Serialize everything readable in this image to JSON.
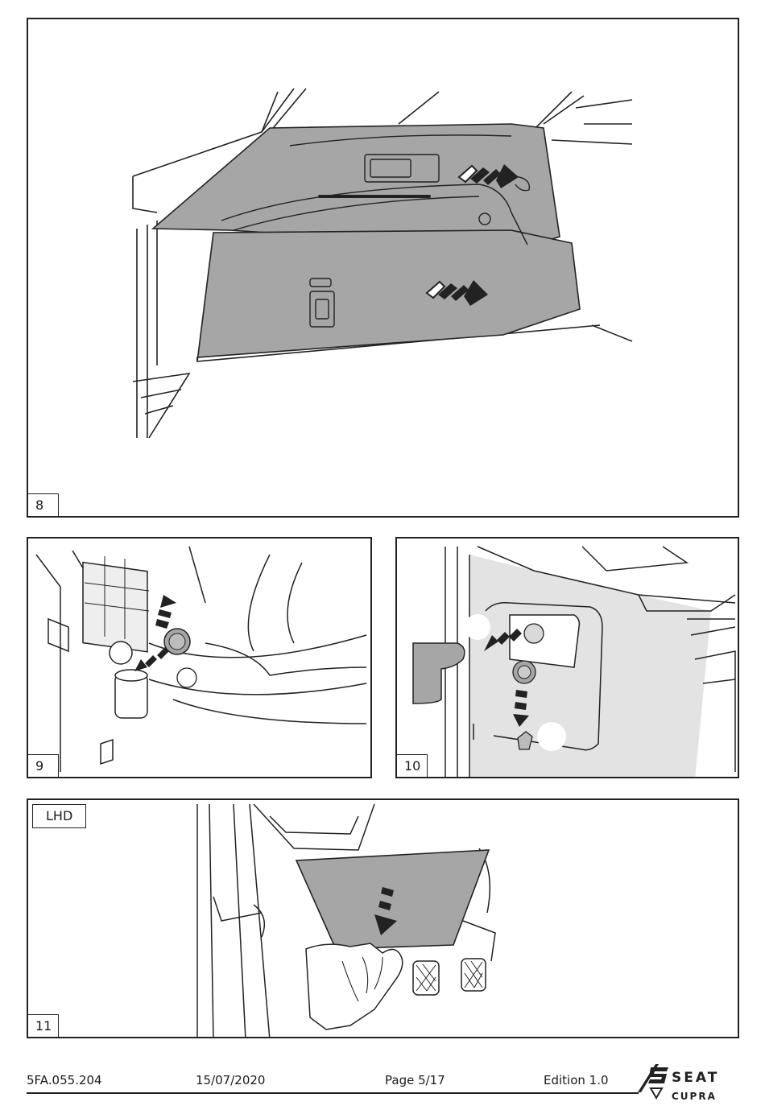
{
  "panels": [
    {
      "step": "8"
    },
    {
      "step": "9"
    },
    {
      "step": "10"
    },
    {
      "step": "11",
      "tag": "LHD"
    }
  ],
  "footer": {
    "doc_code": "5FA.055.204",
    "date": "15/07/2020",
    "page": "Page 5/17",
    "edition": "Edition 1.0"
  },
  "brand": {
    "seat": "SEAT",
    "cupra": "CUPRA"
  },
  "colors": {
    "panel_fill": "#a6a6a6",
    "trim_fill": "#bdbdbd",
    "line": "#222222"
  }
}
